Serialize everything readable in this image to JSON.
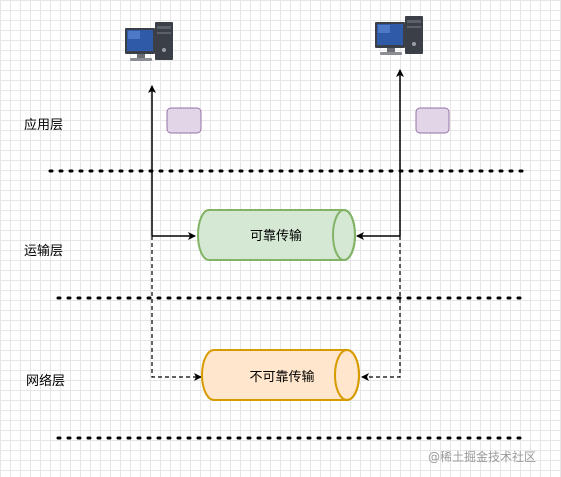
{
  "layers": {
    "application": "应用层",
    "transport": "运输层",
    "network": "网络层"
  },
  "pipes": {
    "reliable": "可靠传输",
    "unreliable": "不可靠传输"
  },
  "watermark": "@稀土掘金技术社区",
  "colors": {
    "reliable_fill": "#d5e8d4",
    "reliable_stroke": "#82b366",
    "unreliable_fill": "#ffe6cc",
    "unreliable_stroke": "#d79b00",
    "box_fill": "#e1d5e7",
    "box_stroke": "#9673a6"
  },
  "icons": {
    "left_host": "computer-icon",
    "right_host": "computer-icon"
  }
}
